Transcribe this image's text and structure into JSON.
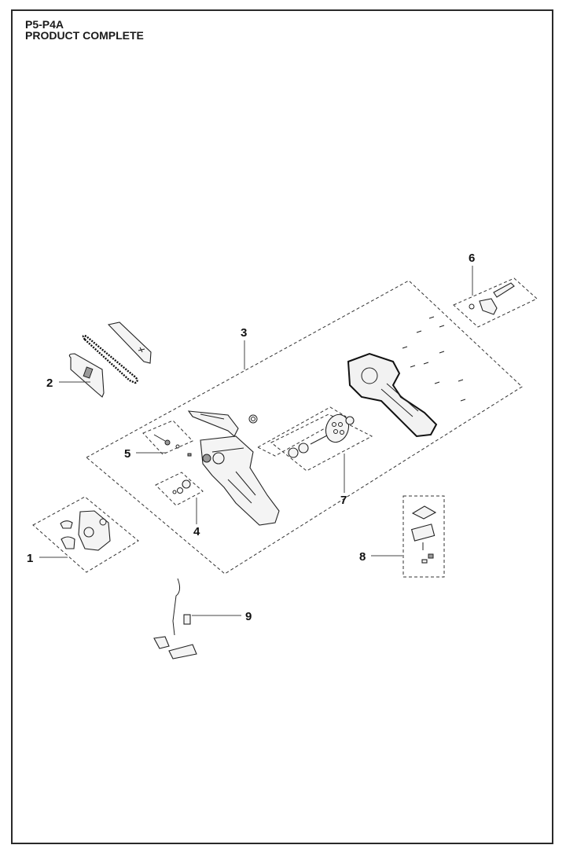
{
  "header": {
    "code": "P5-P4A",
    "title": "PRODUCT COMPLETE"
  },
  "callouts": [
    {
      "id": "1",
      "label": "1",
      "part": "chain-cover-assembly"
    },
    {
      "id": "2",
      "label": "2",
      "part": "bar-chain-guard-set"
    },
    {
      "id": "3",
      "label": "3",
      "part": "housing-assembly"
    },
    {
      "id": "4",
      "label": "4",
      "part": "sprocket-kit"
    },
    {
      "id": "5",
      "label": "5",
      "part": "chain-tensioner-kit"
    },
    {
      "id": "6",
      "label": "6",
      "part": "switch-trigger-kit"
    },
    {
      "id": "7",
      "label": "7",
      "part": "gear-shaft-kit"
    },
    {
      "id": "8",
      "label": "8",
      "part": "battery-contact-kit"
    },
    {
      "id": "9",
      "label": "9",
      "part": "wiring-harness"
    }
  ],
  "colors": {
    "line": "#222222",
    "frame": "#2a2a2a",
    "background": "#ffffff"
  }
}
